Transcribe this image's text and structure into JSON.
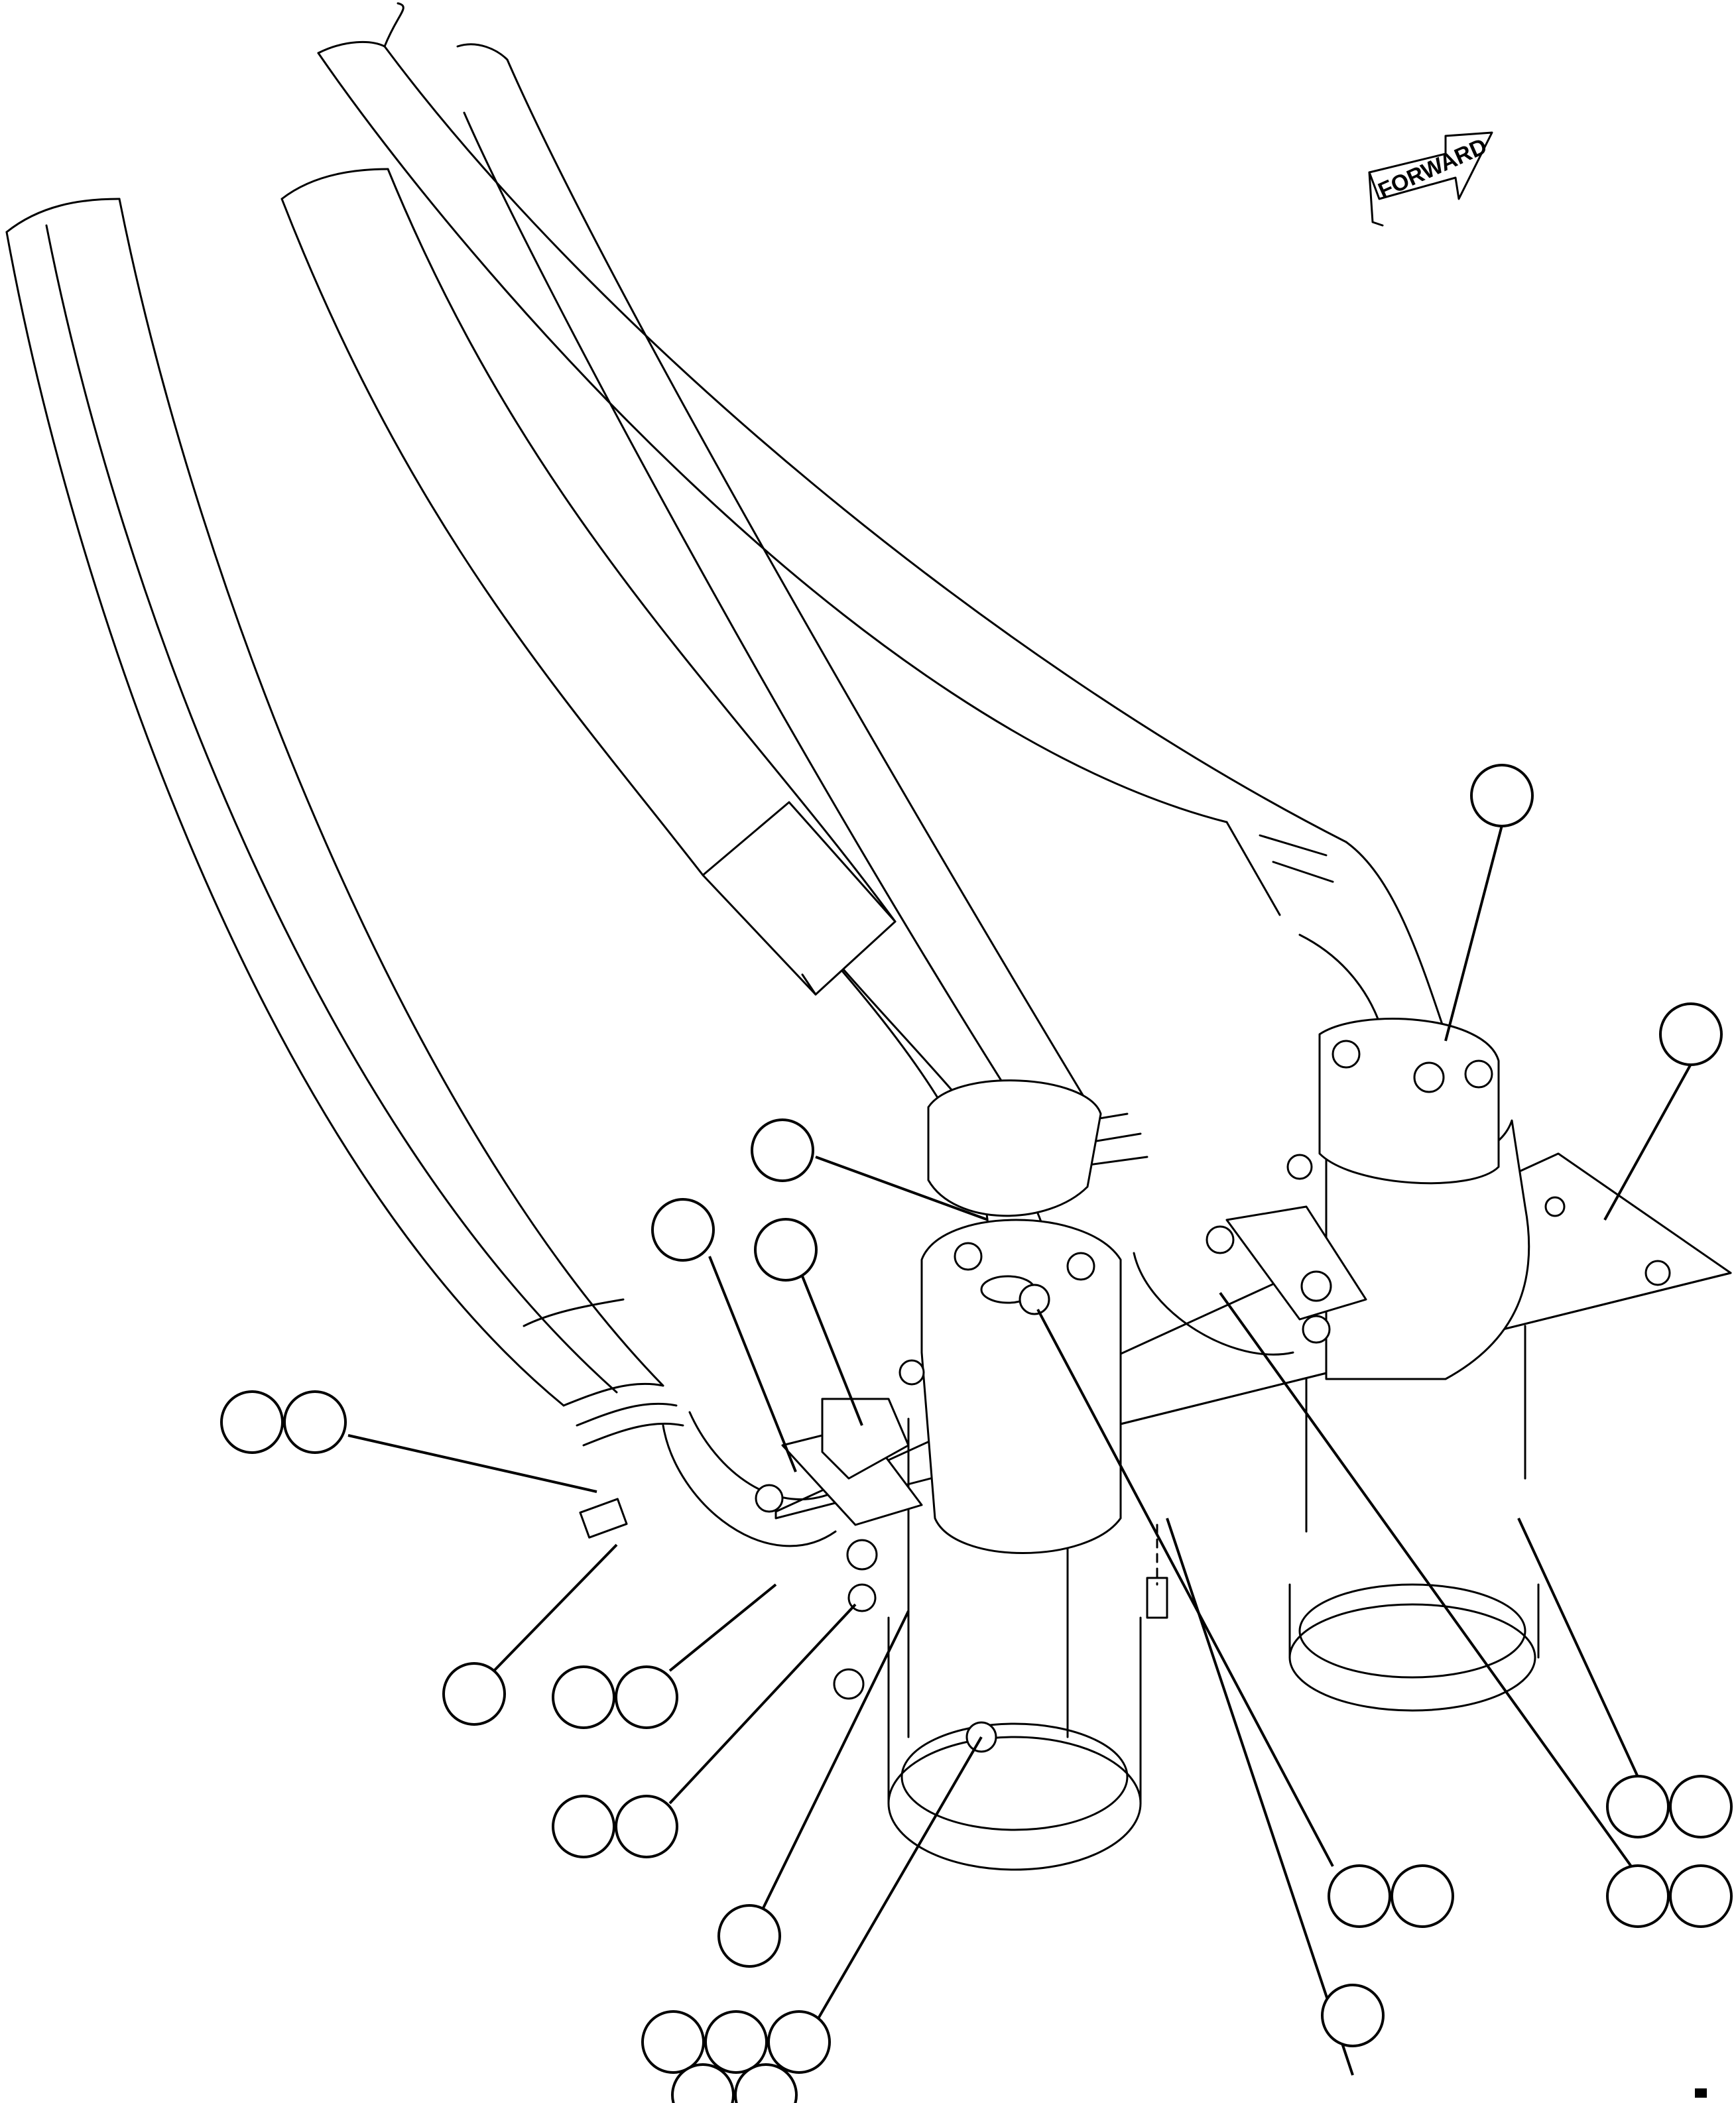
{
  "diagram": {
    "direction_label": "FORWARD",
    "callouts": [
      {
        "id": "c01",
        "ref_count": 1
      },
      {
        "id": "c02",
        "ref_count": 1
      },
      {
        "id": "c03",
        "ref_count": 1
      },
      {
        "id": "c04",
        "ref_count": 1
      },
      {
        "id": "c05",
        "ref_count": 1
      },
      {
        "id": "c06",
        "ref_count": 2
      },
      {
        "id": "c07",
        "ref_count": 1
      },
      {
        "id": "c08",
        "ref_count": 2
      },
      {
        "id": "c09",
        "ref_count": 2
      },
      {
        "id": "c10",
        "ref_count": 1
      },
      {
        "id": "c11",
        "ref_count": 5
      },
      {
        "id": "c12",
        "ref_count": 2
      },
      {
        "id": "c13",
        "ref_count": 2
      },
      {
        "id": "c14",
        "ref_count": 2
      },
      {
        "id": "c15",
        "ref_count": 1
      }
    ]
  }
}
